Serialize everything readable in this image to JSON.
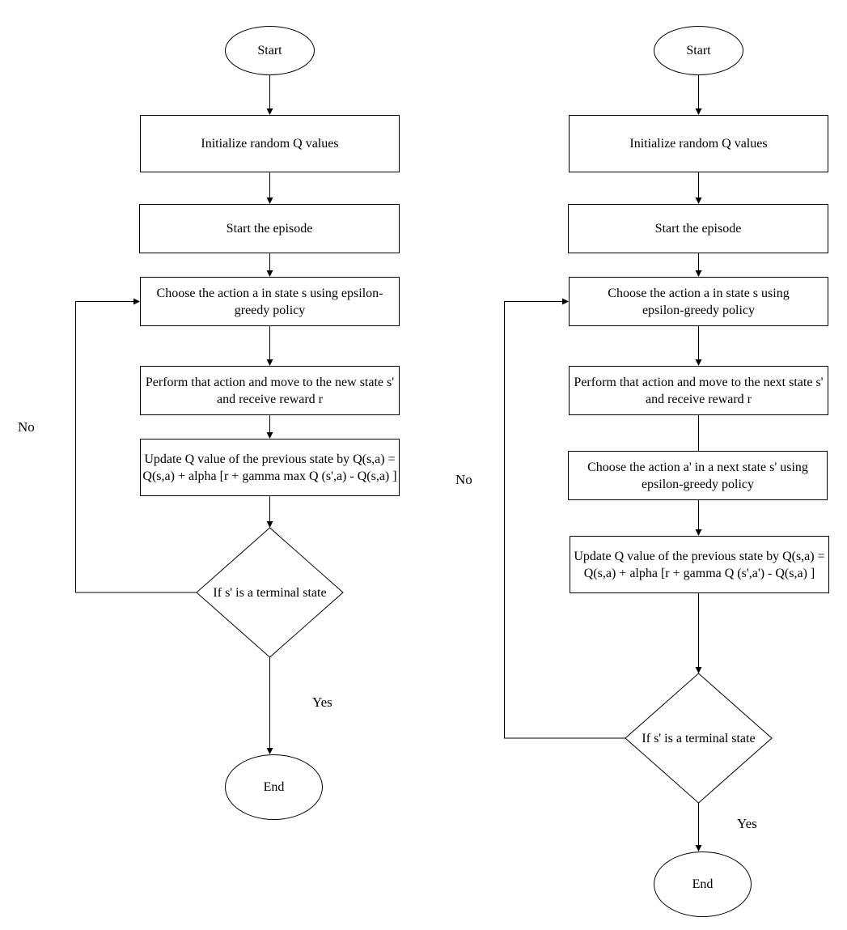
{
  "left": {
    "start": "Start",
    "init": "Initialize random Q values",
    "episode": "Start the episode",
    "choose": "Choose the action a in state s using epsilon-greedy policy",
    "perform": "Perform that action and move to the new state s' and receive reward r",
    "update": "Update Q value of the previous state by Q(s,a) = Q(s,a) + alpha [r + gamma max Q (s',a) - Q(s,a) ]",
    "decision": "If s' is a terminal state",
    "end": "End",
    "no": "No",
    "yes": "Yes"
  },
  "right": {
    "start": "Start",
    "init": "Initialize random Q values",
    "episode": "Start the episode",
    "choose": "Choose the action a in state s using epsilon-greedy policy",
    "perform": "Perform that action and move to the next state s' and receive reward r",
    "choose_next": "Choose the action a' in a next state s' using epsilon-greedy policy",
    "update": "Update Q value of the previous state by Q(s,a) = Q(s,a) + alpha [r + gamma Q (s',a') - Q(s,a) ]",
    "decision": "If s' is a terminal state",
    "end": "End",
    "no": "No",
    "yes": "Yes"
  }
}
